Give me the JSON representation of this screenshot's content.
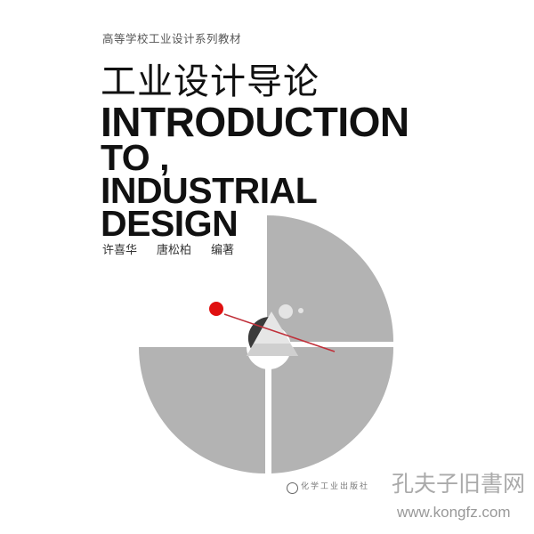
{
  "cover": {
    "series": "高等学校工业设计系列教材",
    "title_zh": "工业设计导论",
    "title_en": [
      "INTRODUCTION",
      "TO ,",
      "INDUSTRIAL",
      "DESIGN"
    ],
    "authors": [
      "许喜华",
      "唐松柏",
      "编著"
    ],
    "publisher": "化学工业出版社",
    "colors": {
      "gray": "#b3b3b3",
      "accent": "#e01010",
      "dark": "#3a3a3a"
    }
  },
  "watermark": {
    "name": "孔夫子旧書网",
    "url": "www.kongfz.com"
  }
}
